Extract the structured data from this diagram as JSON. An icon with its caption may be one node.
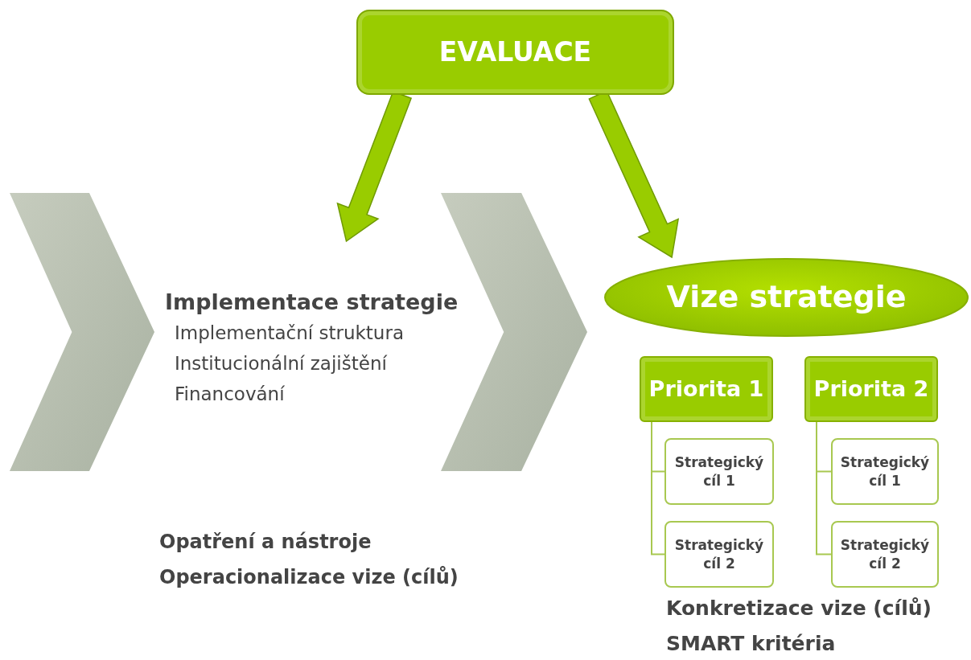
{
  "diagram": {
    "nodes": [
      {
        "text": [
          "EVALUACE"
        ]
      },
      {
        "text": [],
        "shape": "chevron"
      },
      {
        "text": [
          "Implementace strategie",
          "Implementační struktura",
          "Institucionální zajištění",
          "Financování"
        ]
      },
      {
        "text": [],
        "shape": "chevron"
      },
      {
        "text": [
          "Vize strategie"
        ]
      },
      {
        "text": [
          "Priorita 1"
        ]
      },
      {
        "text": [
          "Strategický cíl 1"
        ]
      },
      {
        "text": [
          "Strategický cíl 2"
        ]
      },
      {
        "text": [
          "Priorita 2"
        ]
      },
      {
        "text": [
          "Strategický cíl 1"
        ]
      },
      {
        "text": [
          "Strategický cíl 2"
        ]
      }
    ],
    "edges": [
      {
        "from": 0,
        "to": 2,
        "arrow": "to"
      },
      {
        "from": 0,
        "to": 4,
        "arrow": "to"
      },
      {
        "from": 5,
        "to": 6,
        "arrow": "none"
      },
      {
        "from": 5,
        "to": 7,
        "arrow": "none"
      },
      {
        "from": 8,
        "to": 9,
        "arrow": "none"
      },
      {
        "from": 8,
        "to": 10,
        "arrow": "none"
      }
    ],
    "labels": [
      "Opatření a nástroje",
      "Operacionalizace vize (cílů)",
      "Konkretizace vize (cílů)",
      "SMART kritéria"
    ]
  }
}
